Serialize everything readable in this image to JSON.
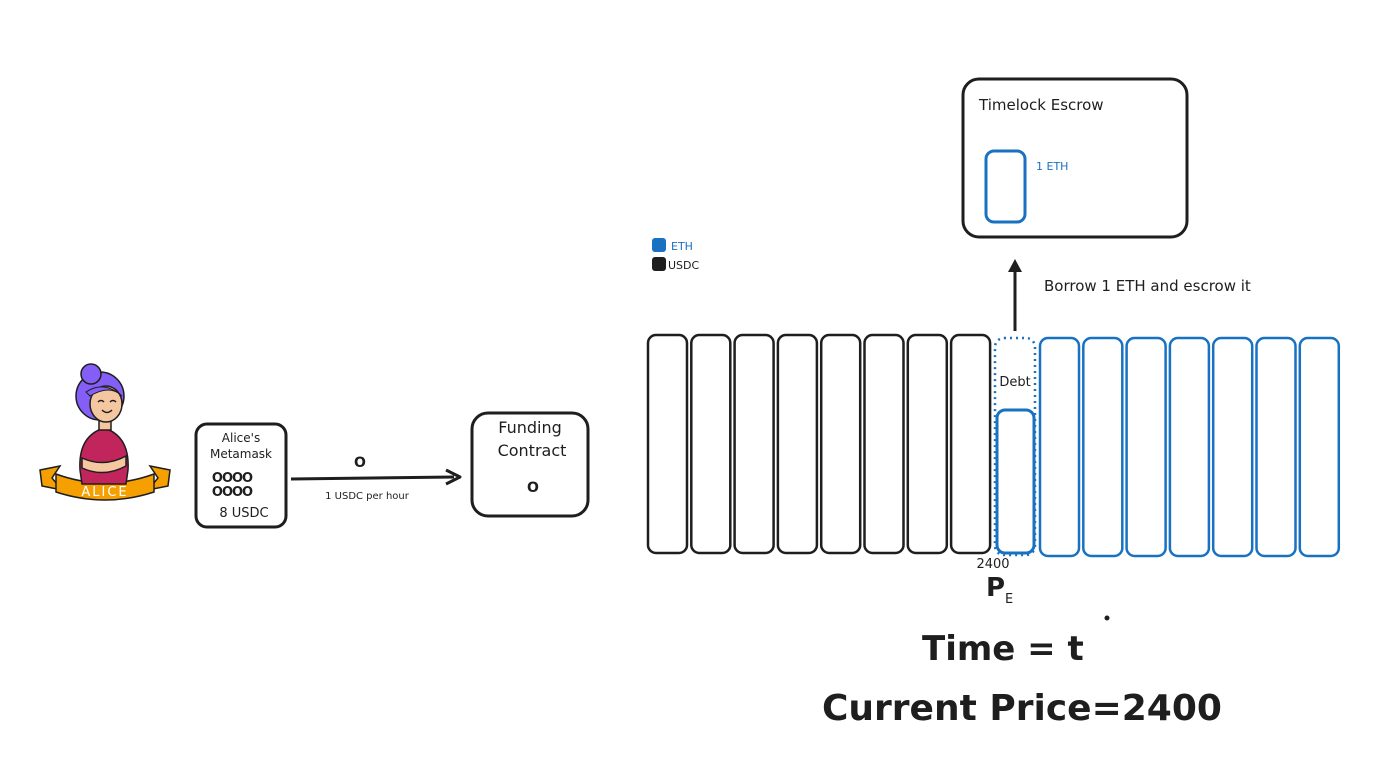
{
  "avatar": {
    "banner_text": "ALICE"
  },
  "wallet": {
    "title_line1": "Alice's",
    "title_line2": "Metamask",
    "coin_rows": [
      "OOOO",
      "OOOO"
    ],
    "balance": "8 USDC"
  },
  "stream": {
    "coin": "O",
    "rate_label": "1 USDC per hour"
  },
  "funding": {
    "title_line1": "Funding",
    "title_line2": "Contract",
    "coin": "O"
  },
  "legend": {
    "eth": {
      "label": "ETH",
      "color": "#1971c2"
    },
    "usdc": {
      "label": "USDC",
      "color": "#1e1e1e"
    }
  },
  "escrow": {
    "title": "Timelock Escrow",
    "item_label": "1 ETH"
  },
  "borrow_label": "Borrow 1 ETH and escrow it",
  "ladder": {
    "usdc_count": 8,
    "eth_count": 7,
    "debt_label": "Debt",
    "price_tick": "2400",
    "price_symbol": "P",
    "price_subscript": "E"
  },
  "time_label": "Time = t",
  "price_label": "Current Price=2400"
}
